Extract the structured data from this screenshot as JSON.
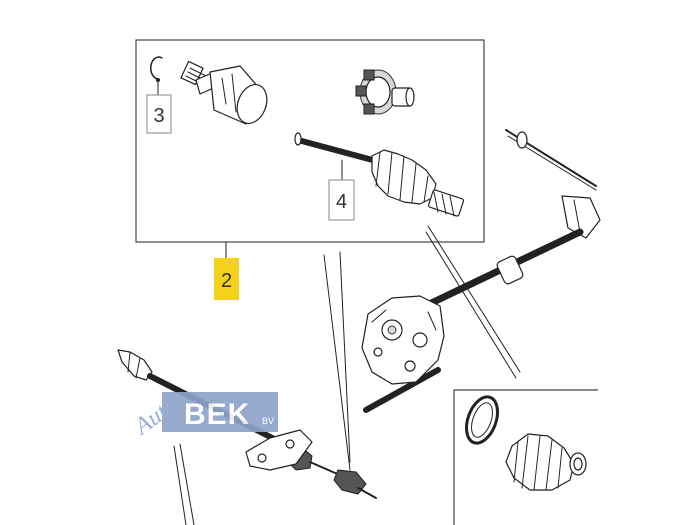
{
  "callouts": {
    "c2": "2",
    "c3": "3",
    "c4": "4"
  },
  "watermark": {
    "script": "Auto",
    "main": "BEK",
    "suffix": "BV"
  },
  "colors": {
    "highlight": "#f5d21a",
    "line": "#222222",
    "logo_bg": "#8fa3c9"
  }
}
